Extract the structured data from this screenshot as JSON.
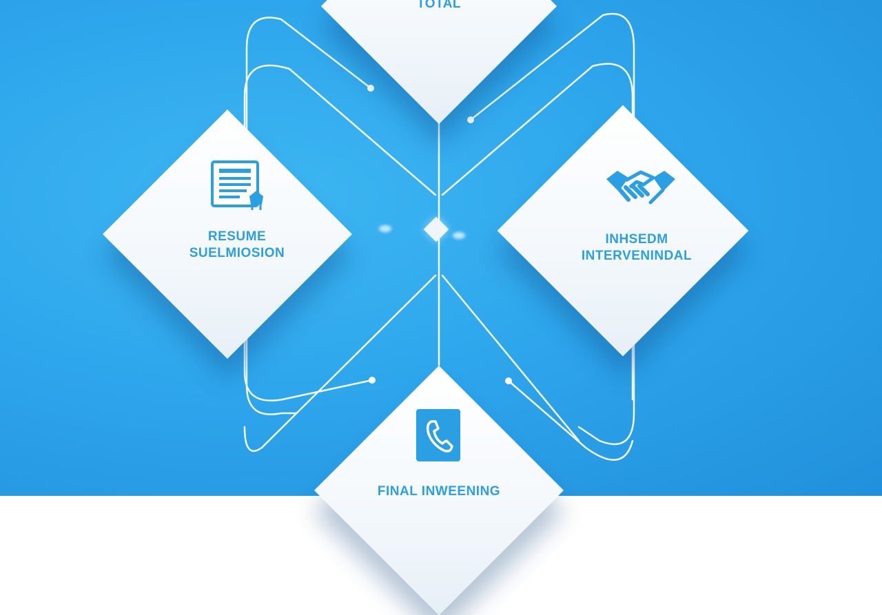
{
  "diagram": {
    "top_node": {
      "label": "TOTAL"
    },
    "left_node": {
      "line1": "RESUME",
      "line2": "SUELMIOSION",
      "icon": "resume-document-icon"
    },
    "right_node": {
      "line1": "INHSEDM",
      "line2": "INTERVENINDAL",
      "icon": "handshake-icon"
    },
    "bottom_node": {
      "label": "FINAL INWEENING",
      "icon": "phone-icon"
    }
  },
  "colors": {
    "background": "#2ea6ec",
    "node_fill": "#ffffff",
    "accent_text": "#2b9fe3",
    "connector": "#ffffff"
  }
}
